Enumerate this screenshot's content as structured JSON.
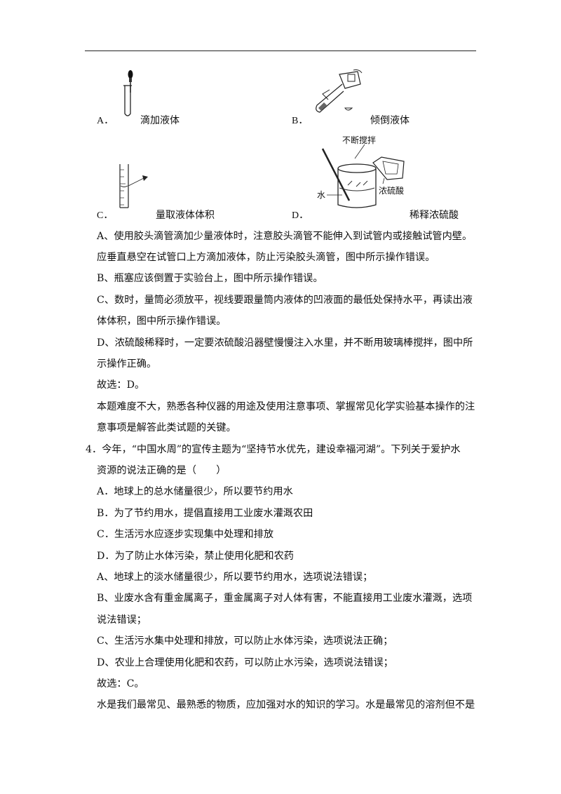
{
  "options_figs": [
    {
      "label": "A．",
      "caption": "滴加液体"
    },
    {
      "label": "B．",
      "caption": "倾倒液体"
    },
    {
      "label": "C．",
      "caption": "量取液体体积"
    },
    {
      "label": "D．",
      "caption": "稀释浓硫酸"
    }
  ],
  "fig_labels": {
    "stir": "不断搅拌",
    "acid": "浓硫酸",
    "water": "水"
  },
  "explanation_q3": [
    "A、使用胶头滴管滴加少量液体时，注意胶头滴管不能伸入到试管内或接触试管内壁。",
    "应垂直悬空在试管口上方滴加液体，防止污染胶头滴管，图中所示操作错误。",
    "B、瓶塞应该倒置于实验台上，图中所示操作错误。",
    "C、数时，量筒必须放平，视线要跟量筒内液体的凹液面的最低处保持水平，再读出液",
    "体体积，图中所示操作错误。",
    "D、浓硫酸稀释时，一定要浓硫酸沿器壁慢慢注入水里，并不断用玻璃棒搅拌，图中所",
    "示操作正确。",
    "故选：D。",
    "本题难度不大，熟悉各种仪器的用途及使用注意事项、掌握常见化学实验基本操作的注",
    "意事项是解答此类试题的关键。"
  ],
  "question4": {
    "stem_line1": "4．今年，“中国水周”的宣传主题为“坚持节水优先，建设幸福河湖”。下列关于爱护水",
    "stem_line2": "资源的说法正确的是（　　）",
    "choices": [
      "A．地球上的总水储量很少，所以要节约用水",
      "B．为了节约用水，提倡直接用工业废水灌溉农田",
      "C．生活污水应逐步实现集中处理和排放",
      "D．为了防止水体污染，禁止使用化肥和农药"
    ],
    "explanation": [
      "A、地球上的淡水储量很少，所以要节约用水，选项说法错误；",
      "B、业废水含有重金属离子，重金属离子对人体有害，不能直接用工业废水灌溉，选项",
      "说法错误；",
      "C、生活污水集中处理和排放，可以防止水体污染，选项说法正确；",
      "D、农业上合理使用化肥和农药，可以防止水污染，选项说法错误；",
      "故选：C。",
      "水是我们最常见、最熟悉的物质，应加强对水的知识的学习。水是最常见的溶剂但不是"
    ]
  }
}
